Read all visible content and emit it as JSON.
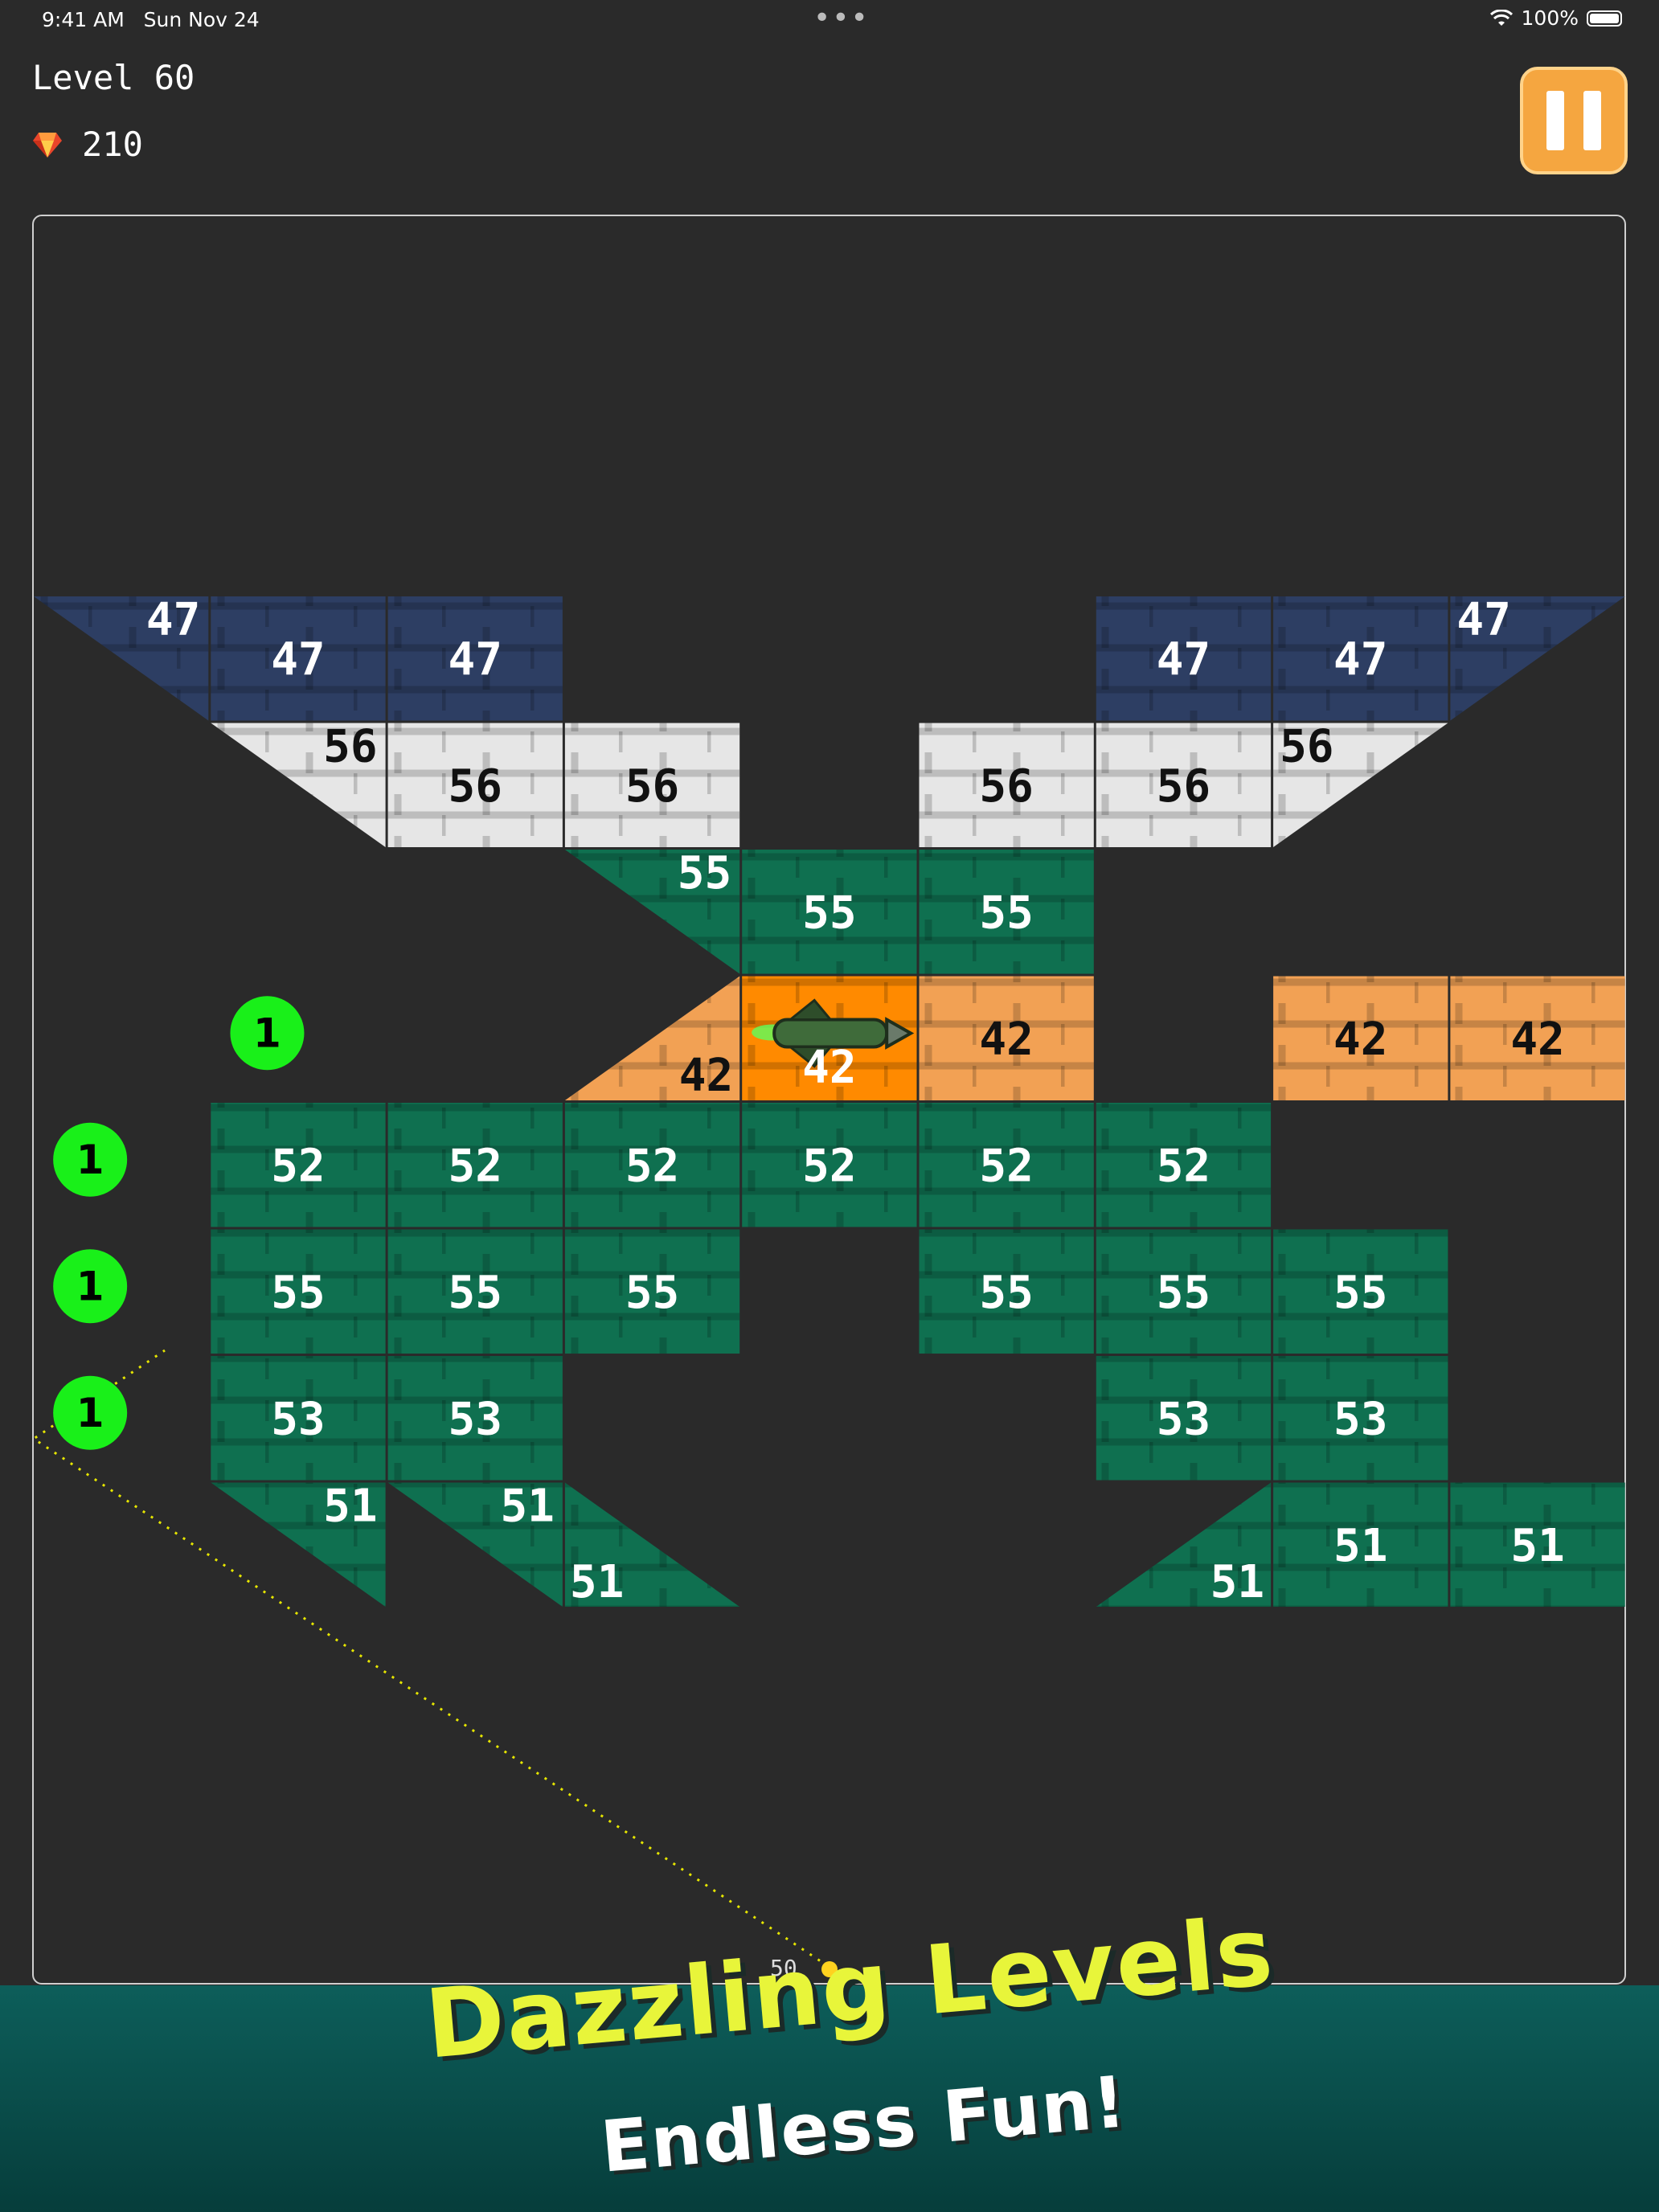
{
  "status_bar": {
    "time": "9:41 AM",
    "date": "Sun Nov 24",
    "battery": "100%",
    "dots": "•••"
  },
  "hud": {
    "level_label": "Level 60",
    "gem_count": "210",
    "gem_icon": "gem-icon",
    "pause_icon": "pause-icon"
  },
  "colors": {
    "background": "#2a2a2a",
    "navy": "#2d3e63",
    "white": "#e6e6e6",
    "green": "#0f7050",
    "orange": "#f2a154",
    "orange_rocket": "#ff8a00",
    "ball_pickup": "#19f019",
    "aim_line": "#e6e600",
    "tagline": "#e8f53a"
  },
  "board": {
    "bricks": [
      {
        "col": 0,
        "row": 0,
        "value": "47",
        "color": "navy",
        "shape": "tri-ne"
      },
      {
        "col": 1,
        "row": 0,
        "value": "47",
        "color": "navy",
        "shape": "square"
      },
      {
        "col": 2,
        "row": 0,
        "value": "47",
        "color": "navy",
        "shape": "square"
      },
      {
        "col": 6,
        "row": 0,
        "value": "47",
        "color": "navy",
        "shape": "square"
      },
      {
        "col": 7,
        "row": 0,
        "value": "47",
        "color": "navy",
        "shape": "square"
      },
      {
        "col": 8,
        "row": 0,
        "value": "47",
        "color": "navy",
        "shape": "tri-nw"
      },
      {
        "col": 1,
        "row": 1,
        "value": "56",
        "color": "white",
        "shape": "tri-ne"
      },
      {
        "col": 2,
        "row": 1,
        "value": "56",
        "color": "white",
        "shape": "square"
      },
      {
        "col": 3,
        "row": 1,
        "value": "56",
        "color": "white",
        "shape": "square"
      },
      {
        "col": 5,
        "row": 1,
        "value": "56",
        "color": "white",
        "shape": "square"
      },
      {
        "col": 6,
        "row": 1,
        "value": "56",
        "color": "white",
        "shape": "square"
      },
      {
        "col": 7,
        "row": 1,
        "value": "56",
        "color": "white",
        "shape": "tri-nw"
      },
      {
        "col": 3,
        "row": 2,
        "value": "55",
        "color": "green",
        "shape": "tri-ne"
      },
      {
        "col": 4,
        "row": 2,
        "value": "55",
        "color": "green",
        "shape": "square"
      },
      {
        "col": 5,
        "row": 2,
        "value": "55",
        "color": "green",
        "shape": "square"
      },
      {
        "col": 3,
        "row": 3,
        "value": "42",
        "color": "orange",
        "shape": "tri-se"
      },
      {
        "col": 4,
        "row": 3,
        "value": "42",
        "color": "orange_rocket",
        "shape": "square",
        "rocket": true
      },
      {
        "col": 5,
        "row": 3,
        "value": "42",
        "color": "orange",
        "shape": "square"
      },
      {
        "col": 7,
        "row": 3,
        "value": "42",
        "color": "orange",
        "shape": "square"
      },
      {
        "col": 8,
        "row": 3,
        "value": "42",
        "color": "orange",
        "shape": "square"
      },
      {
        "col": 1,
        "row": 4,
        "value": "52",
        "color": "green",
        "shape": "square"
      },
      {
        "col": 2,
        "row": 4,
        "value": "52",
        "color": "green",
        "shape": "square"
      },
      {
        "col": 3,
        "row": 4,
        "value": "52",
        "color": "green",
        "shape": "square"
      },
      {
        "col": 4,
        "row": 4,
        "value": "52",
        "color": "green",
        "shape": "square"
      },
      {
        "col": 5,
        "row": 4,
        "value": "52",
        "color": "green",
        "shape": "square"
      },
      {
        "col": 6,
        "row": 4,
        "value": "52",
        "color": "green",
        "shape": "square"
      },
      {
        "col": 1,
        "row": 5,
        "value": "55",
        "color": "green",
        "shape": "square"
      },
      {
        "col": 2,
        "row": 5,
        "value": "55",
        "color": "green",
        "shape": "square"
      },
      {
        "col": 3,
        "row": 5,
        "value": "55",
        "color": "green",
        "shape": "square"
      },
      {
        "col": 5,
        "row": 5,
        "value": "55",
        "color": "green",
        "shape": "square"
      },
      {
        "col": 6,
        "row": 5,
        "value": "55",
        "color": "green",
        "shape": "square"
      },
      {
        "col": 7,
        "row": 5,
        "value": "55",
        "color": "green",
        "shape": "square"
      },
      {
        "col": 1,
        "row": 6,
        "value": "53",
        "color": "green",
        "shape": "square"
      },
      {
        "col": 2,
        "row": 6,
        "value": "53",
        "color": "green",
        "shape": "square"
      },
      {
        "col": 6,
        "row": 6,
        "value": "53",
        "color": "green",
        "shape": "square"
      },
      {
        "col": 7,
        "row": 6,
        "value": "53",
        "color": "green",
        "shape": "square"
      },
      {
        "col": 1,
        "row": 7,
        "value": "51",
        "color": "green",
        "shape": "tri-ne"
      },
      {
        "col": 2,
        "row": 7,
        "value": "51",
        "color": "green",
        "shape": "tri-ne"
      },
      {
        "col": 3,
        "row": 7,
        "value": "51",
        "color": "green",
        "shape": "tri-sw"
      },
      {
        "col": 6,
        "row": 7,
        "value": "51",
        "color": "green",
        "shape": "tri-se"
      },
      {
        "col": 7,
        "row": 7,
        "value": "51",
        "color": "green",
        "shape": "square"
      },
      {
        "col": 8,
        "row": 7,
        "value": "51",
        "color": "green",
        "shape": "square"
      }
    ],
    "pickups": [
      {
        "col": 1,
        "row": 3,
        "value": "1"
      },
      {
        "col": 0,
        "row": 4,
        "value": "1"
      },
      {
        "col": 0,
        "row": 5,
        "value": "1"
      },
      {
        "col": 0,
        "row": 6,
        "value": "1"
      }
    ],
    "ball_count": "50"
  },
  "banner": {
    "tagline": "Dazzling Levels",
    "subline": "Endless Fun!"
  }
}
